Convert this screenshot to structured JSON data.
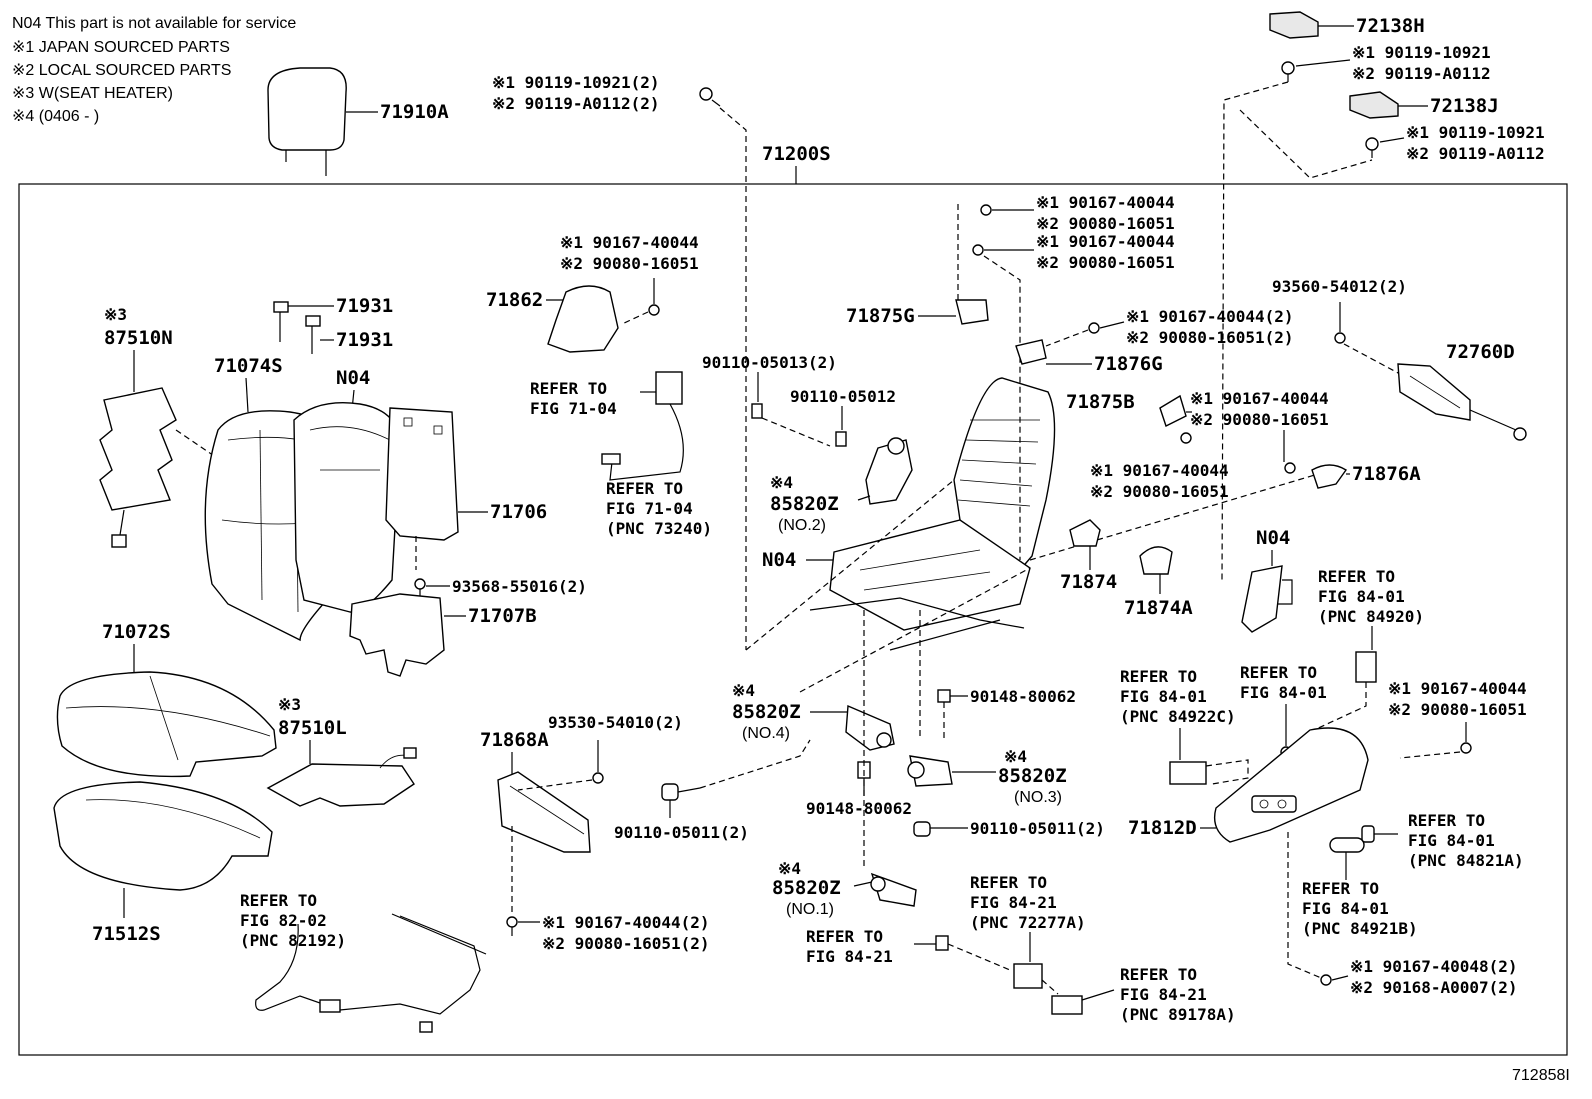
{
  "notes": [
    "N04 This part is not available for service",
    "※1 JAPAN SOURCED PARTS",
    "※2 LOCAL SOURCED PARTS",
    "※3 W(SEAT HEATER)",
    "※4 (0406 -        )"
  ],
  "figure_id": "712858I",
  "frame_label": "71200S",
  "callouts": {
    "c71910A": "71910A",
    "c72138H": "72138H",
    "c72138J": "72138J",
    "c71931a": "71931",
    "c71931b": "71931",
    "c87510N_mark": "※3",
    "c87510N": "87510N",
    "c71074S": "71074S",
    "cN04a": "N04",
    "c71706": "71706",
    "c71707B": "71707B",
    "c71072S": "71072S",
    "c87510L_mark": "※3",
    "c87510L": "87510L",
    "c71512S": "71512S",
    "c71862": "71862",
    "c71868A": "71868A",
    "c71875G": "71875G",
    "c71876G": "71876G",
    "c71875B": "71875B",
    "c71876A": "71876A",
    "c71874": "71874",
    "c71874A": "71874A",
    "c72760D": "72760D",
    "cN04b": "N04",
    "cN04c": "N04",
    "c71812D": "71812D",
    "m85820Z_2": "※4",
    "c85820Z_2": "85820Z",
    "n85820Z_2": "(NO.2)",
    "m85820Z_4": "※4",
    "c85820Z_4": "85820Z",
    "n85820Z_4": "(NO.4)",
    "m85820Z_3": "※4",
    "c85820Z_3": "85820Z",
    "n85820Z_3": "(NO.3)",
    "m85820Z_1": "※4",
    "c85820Z_1": "85820Z",
    "n85820Z_1": "(NO.1)"
  },
  "small_labels": {
    "s1a": "※1 90119-10921(2)",
    "s1b": "※2 90119-A0112(2)",
    "s2a": "※1 90119-10921",
    "s2b": "※2 90119-A0112",
    "s3a": "※1 90119-10921",
    "s3b": "※2 90119-A0112",
    "s4a": "※1 90167-40044",
    "s4b": "※2 90080-16051",
    "s5a": "※1 90167-40044",
    "s5b": "※2 90080-16051",
    "s6a": "※1 90167-40044",
    "s6b": "※2 90080-16051",
    "s7a": "※1 90167-40044(2)",
    "s7b": "※2 90080-16051(2)",
    "s8": "93560-54012(2)",
    "s9a": "※1 90167-40044",
    "s9b": "※2 90080-16051",
    "s10a": "※1 90167-40044",
    "s10b": "※2 90080-16051",
    "s11": "90110-05013(2)",
    "s12": "90110-05012",
    "s13": "93568-55016(2)",
    "s14": "93530-54010(2)",
    "s15": "90110-05011(2)",
    "s16": "90148-80062",
    "s17": "90148-80062",
    "s18": "90110-05011(2)",
    "s19a": "※1 90167-40044(2)",
    "s19b": "※2 90080-16051(2)",
    "s20a": "※1 90167-40044",
    "s20b": "※2 90080-16051",
    "s21a": "※1 90167-40048(2)",
    "s21b": "※2 90168-A0007(2)"
  },
  "refer_labels": {
    "r1a": "REFER TO",
    "r1b": "FIG 71-04",
    "r2a": "REFER TO",
    "r2b": "FIG 71-04",
    "r2c": "(PNC 73240)",
    "r3a": "REFER TO",
    "r3b": "FIG 82-02",
    "r3c": "(PNC 82192)",
    "r4a": "REFER TO",
    "r4b": "FIG 84-21",
    "r5a": "REFER TO",
    "r5b": "FIG 84-21",
    "r5c": "(PNC 72277A)",
    "r6a": "REFER TO",
    "r6b": "FIG 84-21",
    "r6c": "(PNC 89178A)",
    "r7a": "REFER TO",
    "r7b": "FIG 84-01",
    "r7c": "(PNC 84922C)",
    "r8a": "REFER TO",
    "r8b": "FIG 84-01",
    "r9a": "REFER TO",
    "r9b": "FIG 84-01",
    "r9c": "(PNC 84920)",
    "r10a": "REFER TO",
    "r10b": "FIG 84-01",
    "r10c": "(PNC 84821A)",
    "r11a": "REFER TO",
    "r11b": "FIG 84-01",
    "r11c": "(PNC 84921B)"
  }
}
